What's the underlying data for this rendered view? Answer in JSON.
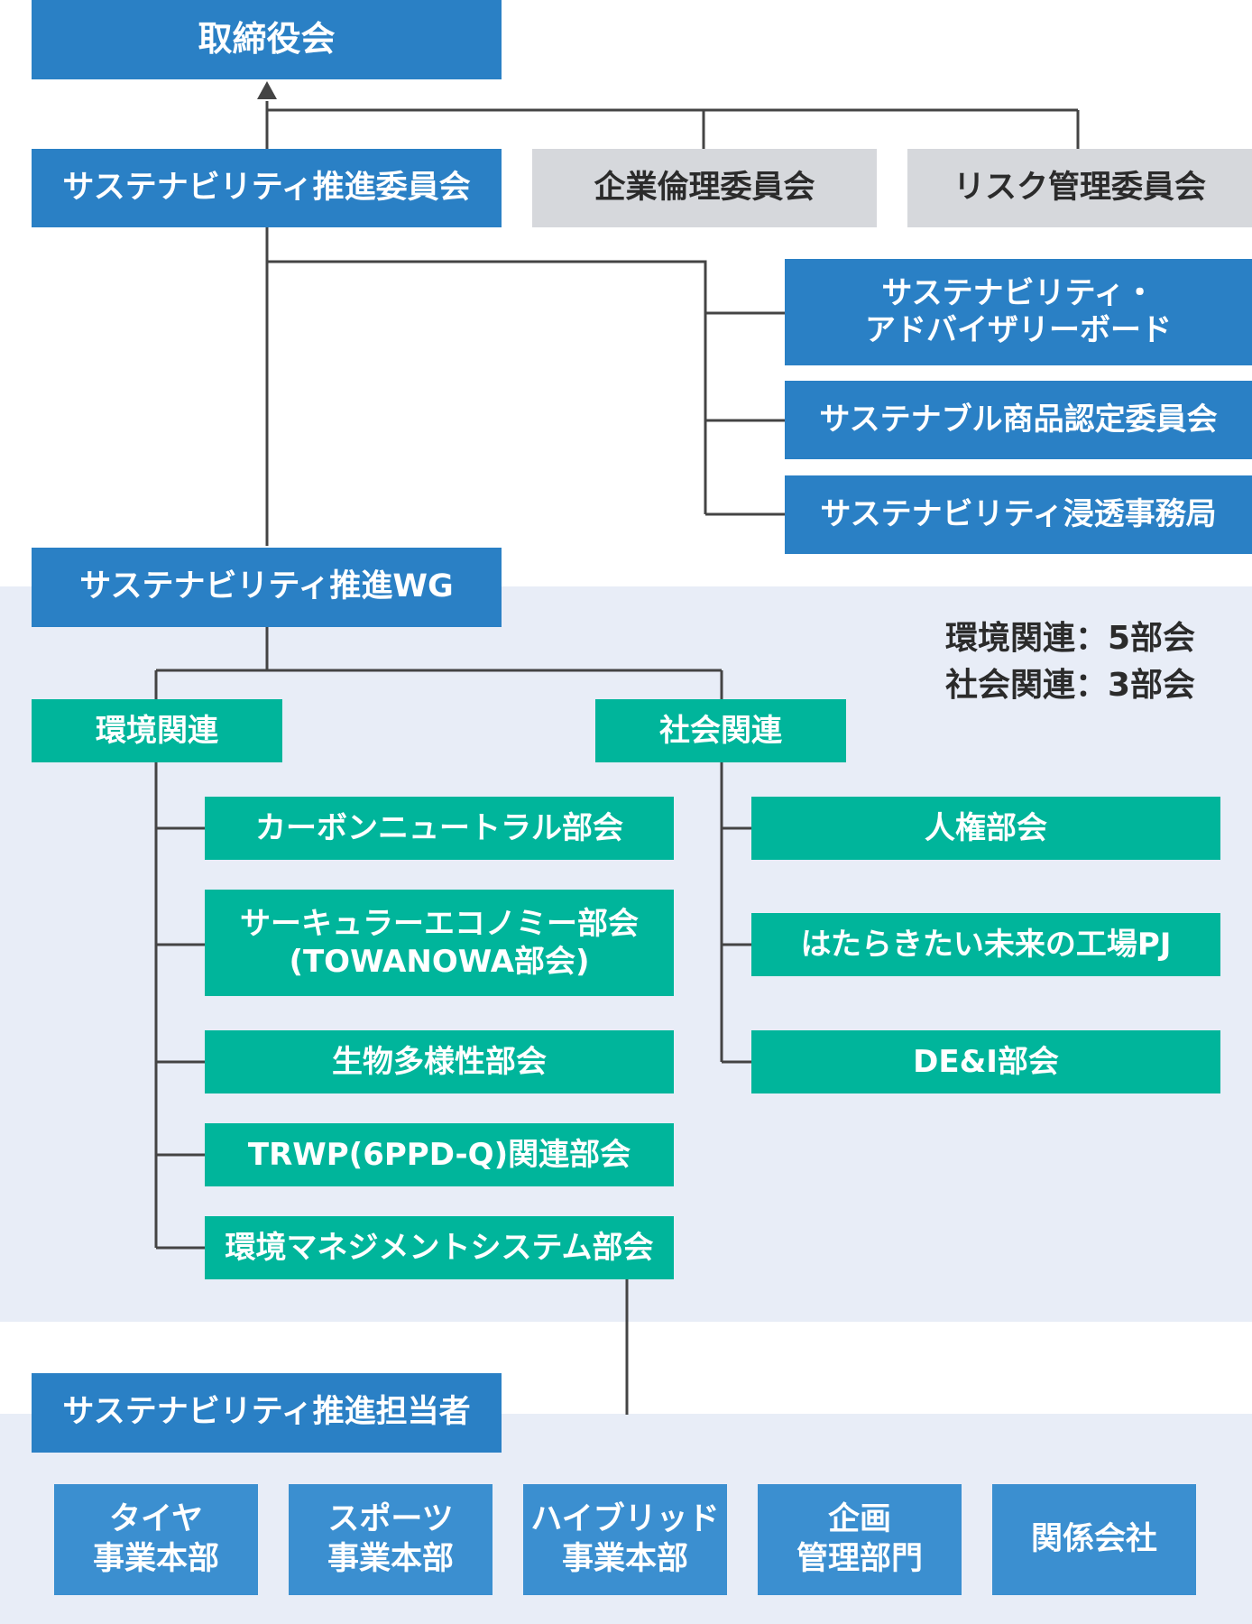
{
  "board": "取締役会",
  "committees": {
    "sustainability": "サステナビリティ推進委員会",
    "ethics": "企業倫理委員会",
    "risk": "リスク管理委員会"
  },
  "sub_bodies": {
    "advisory_board": "サステナビリティ・\nアドバイザリーボード",
    "product_cert": "サステナブル商品認定委員会",
    "office": "サステナビリティ浸透事務局"
  },
  "wg": "サステナビリティ推進WG",
  "summary": {
    "env": "環境関連：5部会",
    "soc": "社会関連：3部会"
  },
  "env": {
    "title": "環境関連",
    "items": [
      "カーボンニュートラル部会",
      "サーキュラーエコノミー部会\n(TOWANOWA部会)",
      "生物多様性部会",
      "TRWP(6PPD-Q)関連部会",
      "環境マネジメントシステム部会"
    ]
  },
  "soc": {
    "title": "社会関連",
    "items": [
      "人権部会",
      "はたらきたい未来の工場PJ",
      "DE&I部会"
    ]
  },
  "promoters": "サステナビリティ推進担当者",
  "units": [
    "タイヤ\n事業本部",
    "スポーツ\n事業本部",
    "ハイブリッド\n事業本部",
    "企画\n管理部門",
    "関係会社"
  ],
  "colors": {
    "primary_blue": "#2a80c5",
    "light_blue": "#3b8fd0",
    "gray": "#d6d8dc",
    "green": "#00b59b",
    "panel": "#e8edf7",
    "line": "#444444"
  }
}
